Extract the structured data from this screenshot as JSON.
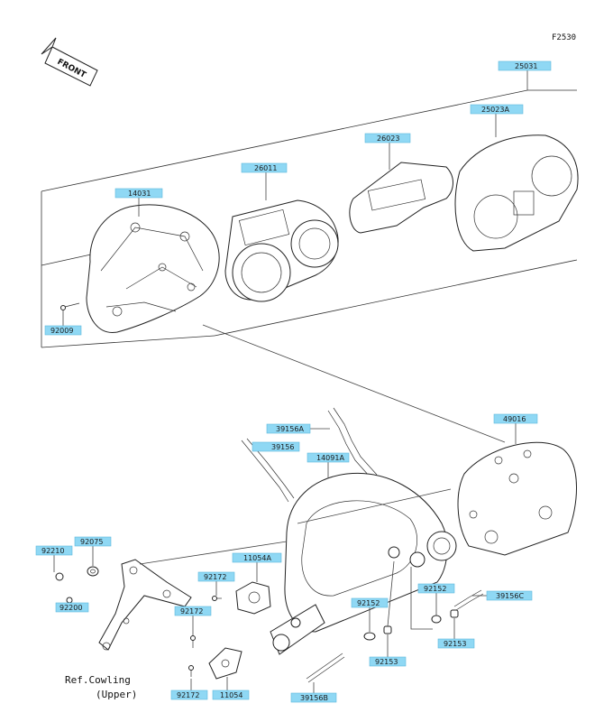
{
  "figure_code": "F2530",
  "front_label": "FRONT",
  "ref_note": {
    "line1": "Ref.Cowling",
    "line2": "(Upper)"
  },
  "part_labels": {
    "p25031": "25031",
    "p25023A": "25023A",
    "p26023": "26023",
    "p26011": "26011",
    "p14031": "14031",
    "p92009": "92009",
    "p39156A": "39156A",
    "p39156": "39156",
    "p14091A": "14091A",
    "p49016": "49016",
    "p92075": "92075",
    "p92210": "92210",
    "p92200": "92200",
    "p11054A": "11054A",
    "p92172a": "92172",
    "p92172b": "92172",
    "p92172c": "92172",
    "p11054": "11054",
    "p92152a": "92152",
    "p92152b": "92152",
    "p92153a": "92153",
    "p92153b": "92153",
    "p39156C": "39156C",
    "p39156B": "39156B"
  },
  "colors": {
    "label_fill": "#8fd8f4",
    "line": "#222222"
  }
}
